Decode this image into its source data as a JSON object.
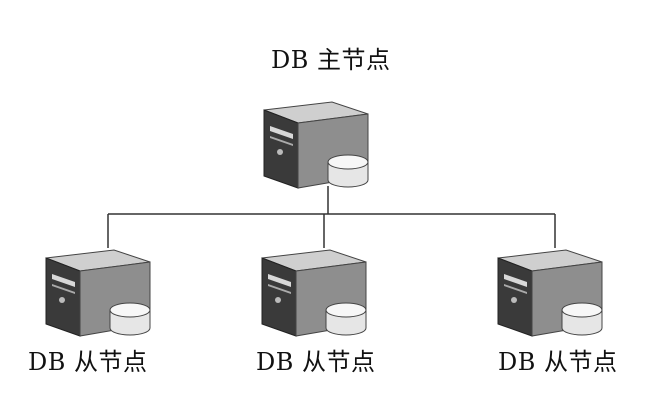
{
  "master": {
    "label": "DB 主节点"
  },
  "slaves": [
    {
      "label": "DB 从节点"
    },
    {
      "label": "DB 从节点"
    },
    {
      "label": "DB 从节点"
    }
  ],
  "icons": {
    "server": "server-icon",
    "database": "database-cylinder-icon"
  }
}
